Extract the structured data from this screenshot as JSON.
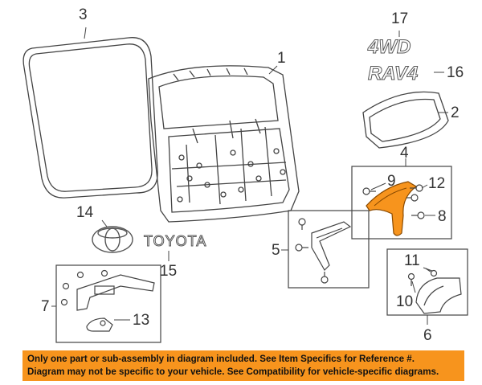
{
  "diagram": {
    "callouts": [
      {
        "id": "1",
        "label": "1"
      },
      {
        "id": "2",
        "label": "2"
      },
      {
        "id": "3",
        "label": "3"
      },
      {
        "id": "4",
        "label": "4"
      },
      {
        "id": "5",
        "label": "5"
      },
      {
        "id": "6",
        "label": "6"
      },
      {
        "id": "7",
        "label": "7"
      },
      {
        "id": "8",
        "label": "8"
      },
      {
        "id": "9",
        "label": "9"
      },
      {
        "id": "10",
        "label": "10"
      },
      {
        "id": "11",
        "label": "11"
      },
      {
        "id": "12",
        "label": "12"
      },
      {
        "id": "13",
        "label": "13"
      },
      {
        "id": "14",
        "label": "14"
      },
      {
        "id": "15",
        "label": "15"
      },
      {
        "id": "16",
        "label": "16"
      },
      {
        "id": "17",
        "label": "17"
      }
    ],
    "emblems": {
      "four_wd": "4WD",
      "rav4": "RAV4",
      "toyota": "TOYOTA"
    },
    "highlight_color": "#f7941d"
  },
  "banner": {
    "line1": "Only one part or sub-assembly in diagram included. See Item Specifics for Reference #.",
    "line2": "Diagram may not be specific to your vehicle. See Compatibility for vehicle-specific diagrams."
  }
}
